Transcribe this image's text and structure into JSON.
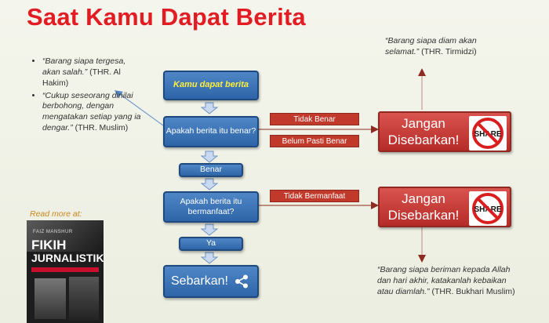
{
  "title": "Saat Kamu Dapat Berita",
  "flow": {
    "start": "Kamu dapat berita",
    "q1": "Apakah berita itu benar?",
    "benar": "Benar",
    "q2": "Apakah berita itu bermanfaat?",
    "ya": "Ya",
    "end": "Sebarkan!"
  },
  "labels": {
    "tidak_benar": "Tidak Benar",
    "belum_pasti": "Belum Pasti Benar",
    "tidak_bermanfaat": "Tidak Bermanfaat"
  },
  "outcomes": {
    "top": {
      "line1": "Jangan",
      "line2": "Disebarkan!",
      "badge": "SHARE"
    },
    "bottom": {
      "line1": "Jangan",
      "line2": "Disebarkan!",
      "badge": "SHARE"
    }
  },
  "quotes": {
    "left": [
      {
        "text": "“Barang siapa tergesa, akan salah.”",
        "source": "(THR. Al Hakim)"
      },
      {
        "text": "“Cukup seseorang dinilai berbohong, dengan mengatakan setiap yang ia dengar.”",
        "source": "(THR. Muslim)"
      }
    ],
    "top_right": {
      "text": "“Barang siapa diam akan selamat.”",
      "source": "(THR. Tirmidzi)"
    },
    "bottom_right": {
      "text": "“Barang siapa beriman kepada Allah dan hari akhir, katakanlah kebaikan atau diamlah.”",
      "source": "(THR. Bukhari Muslim)"
    }
  },
  "read_more": "Read more at:",
  "book": {
    "title_line1": "FIKIH",
    "title_line2": "JURNALISTIK",
    "author": "FAIZ MANSHUR"
  },
  "colors": {
    "title": "#e31b23",
    "flow_blue": "#2d65a8",
    "stop_red": "#c0392b",
    "arrow": "#a9c4e6"
  }
}
